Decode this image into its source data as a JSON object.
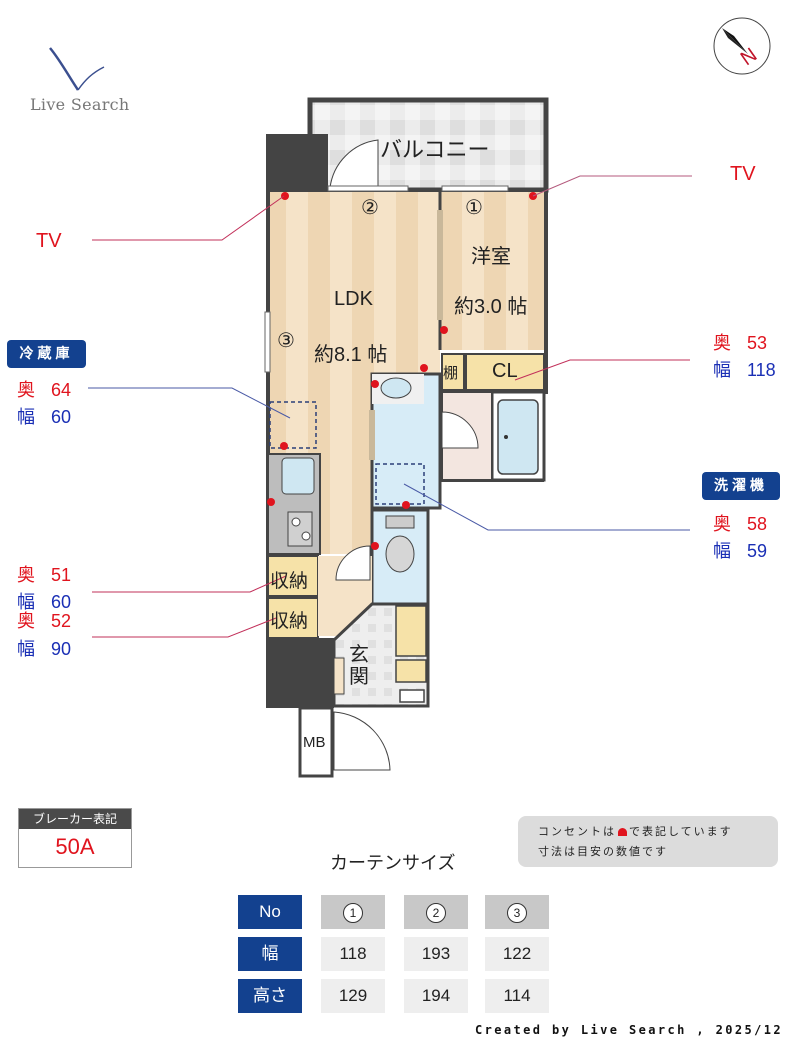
{
  "logo": {
    "brand": "Live Search"
  },
  "compass": {
    "label": "N"
  },
  "rooms": {
    "balcony": "バルコニー",
    "ldk": {
      "name": "LDK",
      "size": "約8.1 帖"
    },
    "western": {
      "name": "洋室",
      "size": "約3.0 帖"
    },
    "shelf": "棚",
    "closet": "CL",
    "storage_1": "収納",
    "storage_2": "収納",
    "entrance": "玄関",
    "meter_box": "MB"
  },
  "windows": [
    {
      "no": "①"
    },
    {
      "no": "②"
    },
    {
      "no": "③"
    }
  ],
  "annotations": {
    "tv_left": "TV",
    "tv_right": "TV",
    "fridge": {
      "tag": "冷蔵庫",
      "depth_label": "奥",
      "depth": "64",
      "width_label": "幅",
      "width": "60"
    },
    "closet": {
      "depth_label": "奥",
      "depth": "53",
      "width_label": "幅",
      "width": "118"
    },
    "washer": {
      "tag": "洗濯機",
      "depth_label": "奥",
      "depth": "58",
      "width_label": "幅",
      "width": "59"
    },
    "storage_1": {
      "depth_label": "奥",
      "depth": "51",
      "width_label": "幅",
      "width": "60"
    },
    "storage_2": {
      "depth_label": "奥",
      "depth": "52",
      "width_label": "幅",
      "width": "90"
    }
  },
  "breaker": {
    "label": "ブレーカー表記",
    "value": "50A"
  },
  "note": {
    "line1_prefix": "コンセントは",
    "line1_suffix": "で表記しています",
    "line2": "寸法は目安の数値です"
  },
  "curtain": {
    "title": "カーテンサイズ",
    "row_labels": [
      "No",
      "幅",
      "高さ"
    ],
    "columns": [
      {
        "no": "1",
        "width": "118",
        "height": "129"
      },
      {
        "no": "2",
        "width": "193",
        "height": "194"
      },
      {
        "no": "3",
        "width": "122",
        "height": "114"
      }
    ]
  },
  "footer": {
    "credit": "Created by Live Search , 2025/12"
  },
  "colors": {
    "accent_navy": "#13418f",
    "outlet_red": "#e0141e",
    "dimension_blue": "#1a2fb5",
    "wall": "#444444",
    "floor_wood": "#f3dfc2"
  }
}
